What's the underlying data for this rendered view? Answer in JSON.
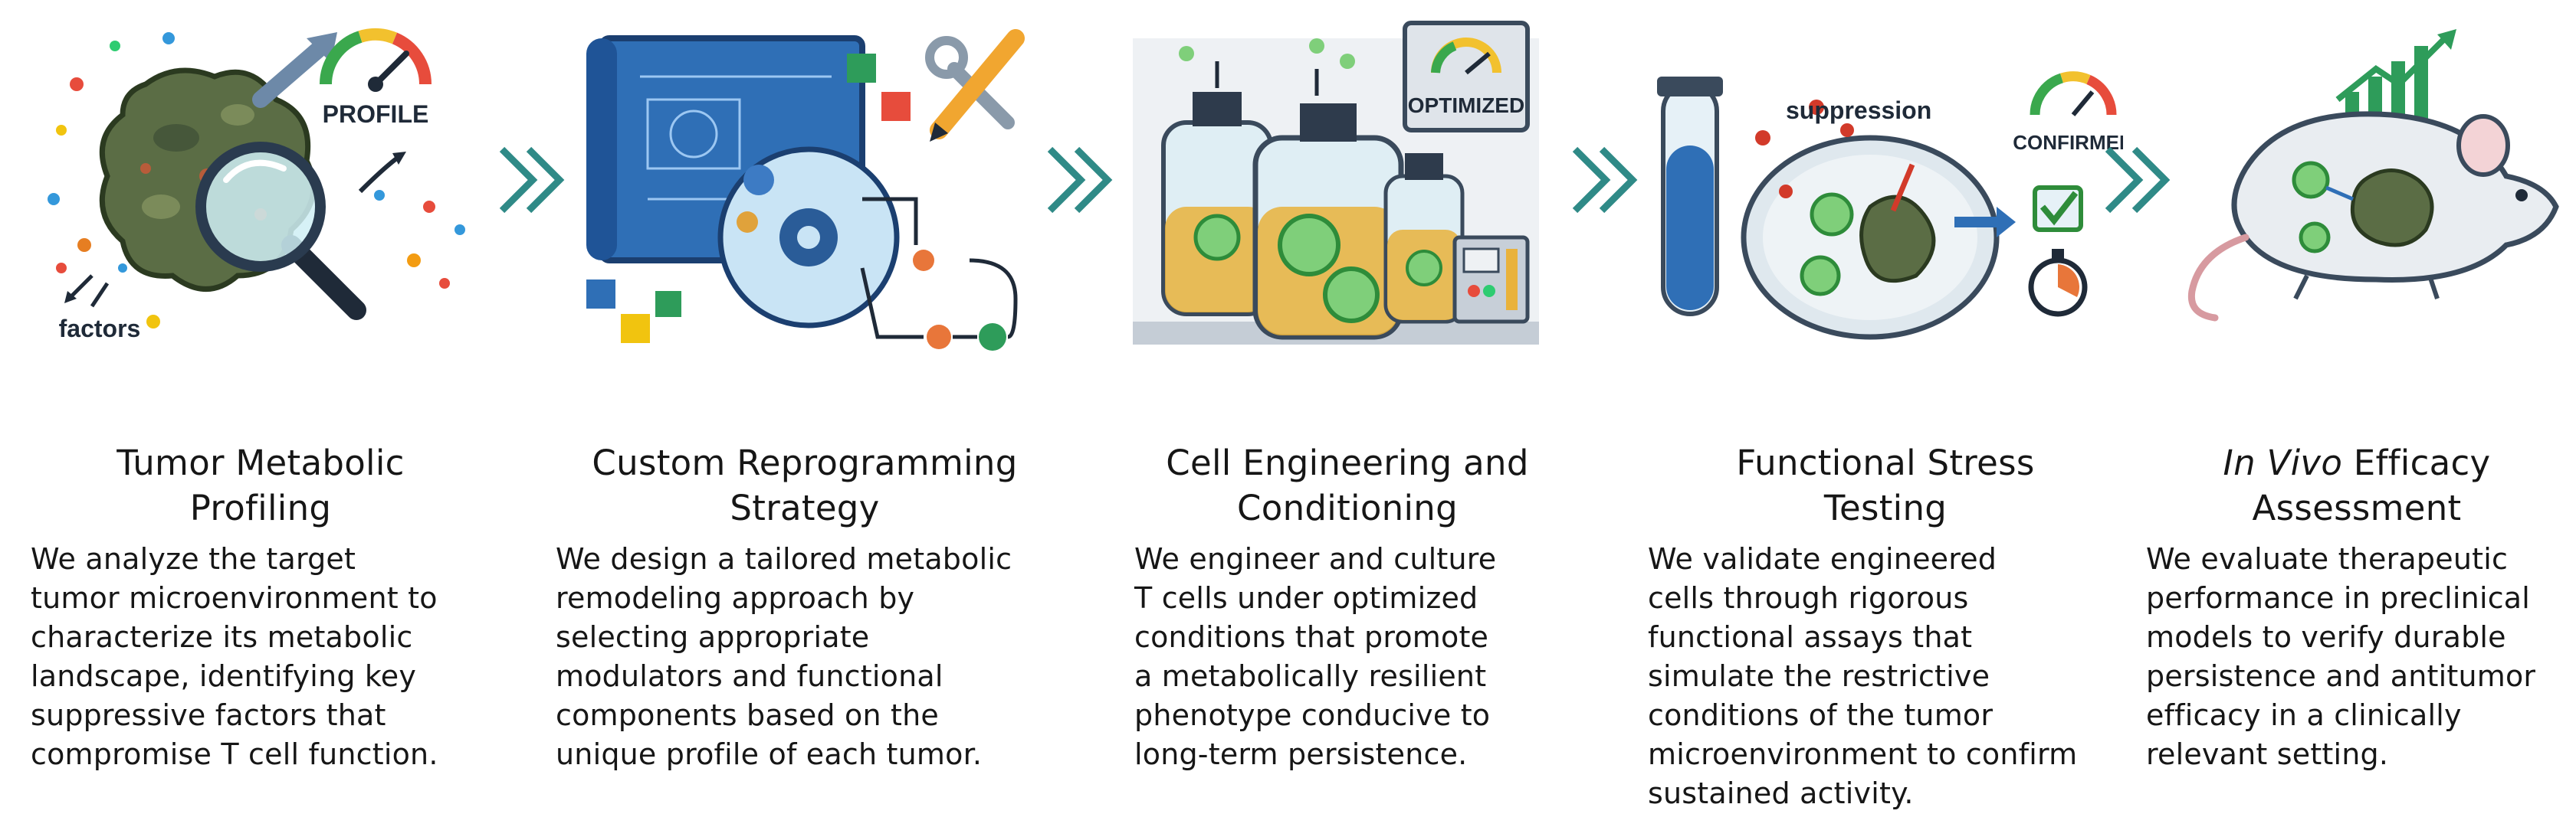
{
  "steps": [
    {
      "title_lines": [
        "Tumor Metabolic",
        "Profiling"
      ],
      "desc_lines": [
        "We analyze the target",
        "tumor microenvironment to",
        "characterize its metabolic",
        "landscape, identifying key",
        "suppressive factors that",
        "compromise T cell function."
      ],
      "labels": {
        "profile": "PROFILE",
        "factors": "factors"
      },
      "icons": [
        "tumor-cell-icon",
        "magnifier-icon",
        "gauge-icon",
        "arrow-up-icon"
      ]
    },
    {
      "title_lines": [
        "Custom Reprogramming",
        "Strategy"
      ],
      "desc_lines": [
        "We design a tailored metabolic",
        "remodeling approach by",
        "selecting appropriate",
        "modulators and functional",
        "components based on the",
        "unique profile of each tumor."
      ],
      "icons": [
        "blueprint-icon",
        "gear-icon",
        "puzzle-icon",
        "pencil-icon",
        "wrench-icon",
        "flowchart-icon"
      ]
    },
    {
      "title_lines": [
        "Cell Engineering and",
        "Conditioning"
      ],
      "desc_lines": [
        "We engineer and culture",
        "T cells under optimized",
        "conditions that promote",
        "a metabolically resilient",
        "phenotype conducive to",
        "long-term persistence."
      ],
      "labels": {
        "optimized": "OPTIMIZED"
      },
      "icons": [
        "culture-bottle-icon",
        "gauge-icon",
        "incubator-control-icon"
      ]
    },
    {
      "title_lines": [
        "Functional Stress",
        "Testing"
      ],
      "desc_lines": [
        "We validate engineered",
        "cells through rigorous",
        "functional assays that",
        "simulate the restrictive",
        "conditions of the tumor",
        "microenvironment to confirm",
        "sustained activity."
      ],
      "labels": {
        "suppression": "suppression",
        "confirmed": "CONFIRMED"
      },
      "icons": [
        "test-tube-icon",
        "petri-dish-icon",
        "gauge-icon",
        "checkmark-icon",
        "stopwatch-icon"
      ]
    },
    {
      "title_italic": "In Vivo",
      "title_rest": " Efficacy",
      "title_line2": "Assessment",
      "desc_lines": [
        "We evaluate therapeutic",
        "performance in preclinical",
        "models to verify durable",
        "persistence and antitumor",
        "efficacy in a clinically",
        "relevant setting."
      ],
      "icons": [
        "mouse-icon",
        "tumor-icon",
        "trend-chart-icon"
      ]
    }
  ],
  "colors": {
    "accent_teal": "#2f8a87",
    "tumor_green": "#5b6d45",
    "blueprint_blue": "#2f6fb6",
    "liquid_amber": "#e9b23b",
    "cell_green": "#3fb24a",
    "suppression_red": "#d23a2a"
  }
}
